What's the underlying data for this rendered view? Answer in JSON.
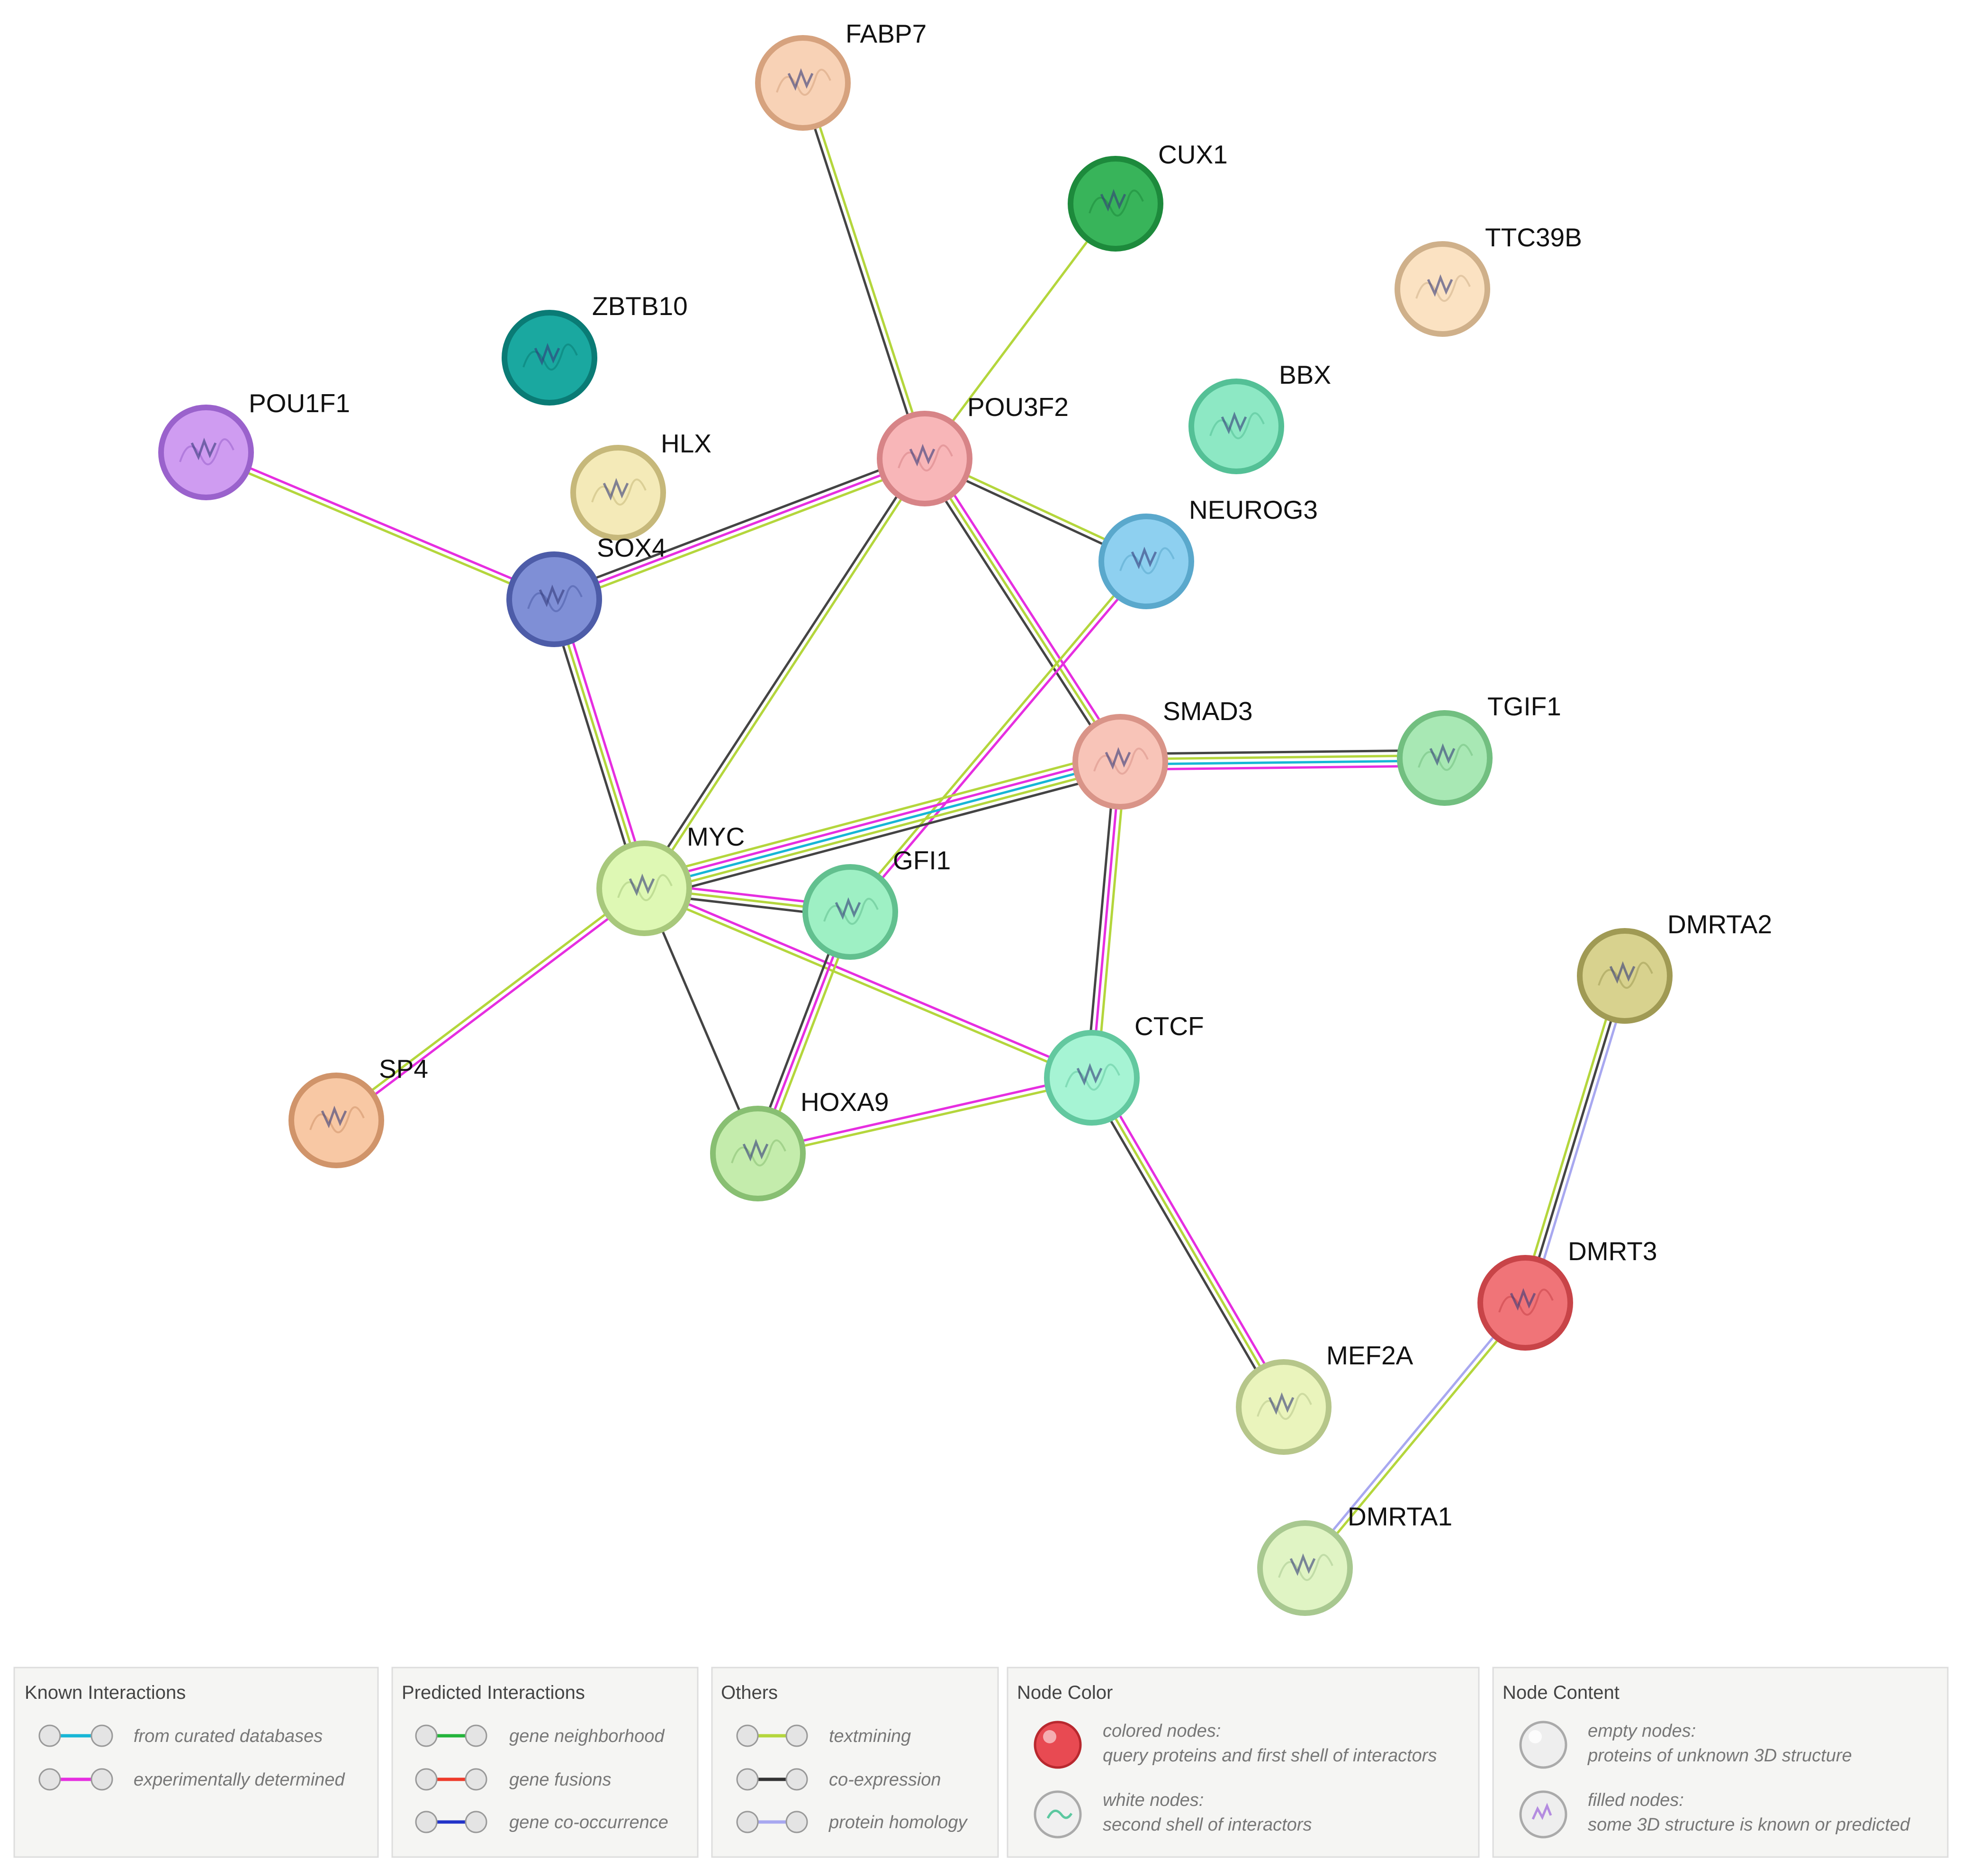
{
  "colors": {
    "curated": "#17b6d6",
    "experimental": "#e62ee0",
    "neighborhood": "#23b43a",
    "fusion": "#ee3a2a",
    "cooccurrence": "#2233c8",
    "textmining": "#b4d63c",
    "coexpression": "#444444",
    "homology": "#a8a8f0"
  },
  "nodes": [
    {
      "id": "FABP7",
      "label": "FABP7",
      "color": "#f8d2b6",
      "ring": "#d6a27e"
    },
    {
      "id": "CUX1",
      "label": "CUX1",
      "color": "#38b45a",
      "ring": "#1d8a3c"
    },
    {
      "id": "TTC39B",
      "label": "TTC39B",
      "color": "#fbe2c2",
      "ring": "#cfb08a"
    },
    {
      "id": "ZBTB10",
      "label": "ZBTB10",
      "color": "#1aa8a0",
      "ring": "#0a7b75"
    },
    {
      "id": "POU1F1",
      "label": "POU1F1",
      "color": "#cf9cf1",
      "ring": "#9a62cc"
    },
    {
      "id": "HLX",
      "label": "HLX",
      "color": "#f4eab8",
      "ring": "#c6b87a"
    },
    {
      "id": "POU3F2",
      "label": "POU3F2",
      "color": "#f8b6b8",
      "ring": "#d78487"
    },
    {
      "id": "BBX",
      "label": "BBX",
      "color": "#8de8c4",
      "ring": "#54c096"
    },
    {
      "id": "NEUROG3",
      "label": "NEUROG3",
      "color": "#8ed0f0",
      "ring": "#5aa8cc"
    },
    {
      "id": "SOX4",
      "label": "SOX4",
      "color": "#7f8fd6",
      "ring": "#4d5ca8"
    },
    {
      "id": "SMAD3",
      "label": "SMAD3",
      "color": "#f8c4b8",
      "ring": "#d99488"
    },
    {
      "id": "TGIF1",
      "label": "TGIF1",
      "color": "#a8e8b4",
      "ring": "#72bf80"
    },
    {
      "id": "MYC",
      "label": "MYC",
      "color": "#def8b4",
      "ring": "#a8c87c"
    },
    {
      "id": "GFI1",
      "label": "GFI1",
      "color": "#9ef0c4",
      "ring": "#62c08f"
    },
    {
      "id": "DMRTA2",
      "label": "DMRTA2",
      "color": "#d8d28e",
      "ring": "#a09a54"
    },
    {
      "id": "CTCF",
      "label": "CTCF",
      "color": "#a6f4d4",
      "ring": "#62c89f"
    },
    {
      "id": "SP4",
      "label": "SP4",
      "color": "#f8c8a4",
      "ring": "#d0946a"
    },
    {
      "id": "HOXA9",
      "label": "HOXA9",
      "color": "#c4ecac",
      "ring": "#88bf72"
    },
    {
      "id": "DMRT3",
      "label": "DMRT3",
      "color": "#f07478",
      "ring": "#c84448"
    },
    {
      "id": "MEF2A",
      "label": "MEF2A",
      "color": "#eaf4bc",
      "ring": "#b6c68a"
    },
    {
      "id": "DMRTA1",
      "label": "DMRTA1",
      "color": "#e0f4c4",
      "ring": "#a8c890"
    }
  ],
  "edges": [
    {
      "source": "FABP7",
      "target": "POU3F2",
      "types": [
        "textmining",
        "coexpression"
      ]
    },
    {
      "source": "CUX1",
      "target": "POU3F2",
      "types": [
        "textmining"
      ]
    },
    {
      "source": "POU1F1",
      "target": "SOX4",
      "types": [
        "experimental",
        "textmining"
      ]
    },
    {
      "source": "SOX4",
      "target": "POU3F2",
      "types": [
        "coexpression",
        "experimental",
        "textmining"
      ]
    },
    {
      "source": "SOX4",
      "target": "MYC",
      "types": [
        "experimental",
        "textmining",
        "coexpression"
      ]
    },
    {
      "source": "POU3F2",
      "target": "MYC",
      "types": [
        "textmining",
        "coexpression"
      ]
    },
    {
      "source": "POU3F2",
      "target": "NEUROG3",
      "types": [
        "textmining",
        "coexpression"
      ]
    },
    {
      "source": "POU3F2",
      "target": "SMAD3",
      "types": [
        "experimental",
        "textmining",
        "coexpression"
      ]
    },
    {
      "source": "NEUROG3",
      "target": "GFI1",
      "types": [
        "experimental",
        "textmining"
      ]
    },
    {
      "source": "SMAD3",
      "target": "TGIF1",
      "types": [
        "coexpression",
        "textmining",
        "curated",
        "experimental"
      ]
    },
    {
      "source": "SMAD3",
      "target": "MYC",
      "types": [
        "coexpression",
        "textmining",
        "curated",
        "experimental",
        "textmining"
      ]
    },
    {
      "source": "SMAD3",
      "target": "CTCF",
      "types": [
        "textmining",
        "experimental",
        "coexpression"
      ]
    },
    {
      "source": "MYC",
      "target": "GFI1",
      "types": [
        "experimental",
        "textmining",
        "coexpression"
      ]
    },
    {
      "source": "MYC",
      "target": "CTCF",
      "types": [
        "experimental",
        "textmining"
      ]
    },
    {
      "source": "MYC",
      "target": "HOXA9",
      "types": [
        "coexpression"
      ]
    },
    {
      "source": "MYC",
      "target": "SP4",
      "types": [
        "experimental",
        "textmining"
      ]
    },
    {
      "source": "GFI1",
      "target": "HOXA9",
      "types": [
        "textmining",
        "experimental",
        "coexpression"
      ]
    },
    {
      "source": "HOXA9",
      "target": "CTCF",
      "types": [
        "experimental",
        "textmining"
      ]
    },
    {
      "source": "CTCF",
      "target": "MEF2A",
      "types": [
        "experimental",
        "textmining",
        "coexpression"
      ]
    },
    {
      "source": "DMRTA2",
      "target": "DMRT3",
      "types": [
        "homology",
        "coexpression",
        "textmining"
      ]
    },
    {
      "source": "DMRT3",
      "target": "DMRTA1",
      "types": [
        "textmining",
        "homology"
      ]
    }
  ],
  "legend": {
    "known": {
      "title": "Known Interactions",
      "items": [
        {
          "label": "from curated databases",
          "color": "#17b6d6"
        },
        {
          "label": "experimentally determined",
          "color": "#e62ee0"
        }
      ]
    },
    "predicted": {
      "title": "Predicted Interactions",
      "items": [
        {
          "label": "gene neighborhood",
          "color": "#23b43a"
        },
        {
          "label": "gene fusions",
          "color": "#ee3a2a"
        },
        {
          "label": "gene co-occurrence",
          "color": "#2233c8"
        }
      ]
    },
    "others": {
      "title": "Others",
      "items": [
        {
          "label": "textmining",
          "color": "#b4d63c"
        },
        {
          "label": "co-expression",
          "color": "#333333"
        },
        {
          "label": "protein homology",
          "color": "#a8a8f0"
        }
      ]
    },
    "node_color": {
      "title": "Node Color",
      "items": [
        {
          "line1": "colored nodes:",
          "line2": "query proteins and first shell of interactors"
        },
        {
          "line1": "white nodes:",
          "line2": "second shell of interactors"
        }
      ]
    },
    "node_content": {
      "title": "Node Content",
      "items": [
        {
          "line1": "empty nodes:",
          "line2": "proteins of unknown 3D structure"
        },
        {
          "line1": "filled nodes:",
          "line2": "some 3D structure is known or predicted"
        }
      ]
    }
  }
}
